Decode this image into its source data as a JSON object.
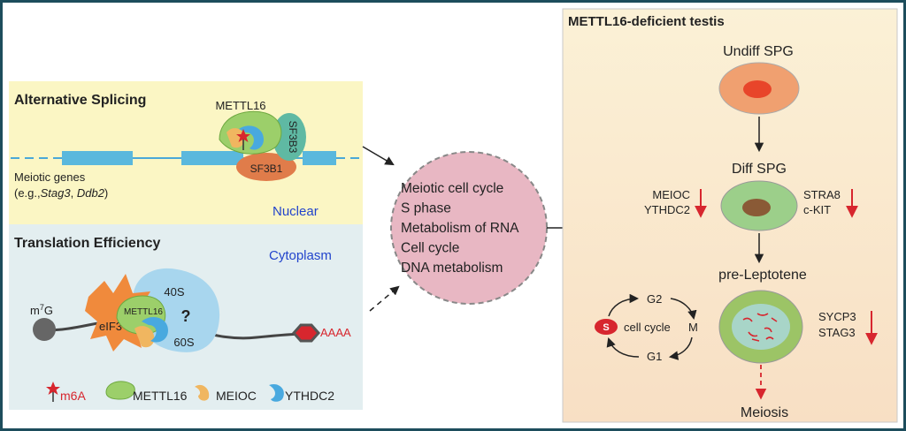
{
  "frame": {
    "border_color": "#1d4d5c"
  },
  "colors": {
    "yellow_panel": "#fbf6c4",
    "blue_panel": "#e3eef0",
    "right_panel": "#fbe8cf",
    "bubble": "#e8b7c3",
    "mettl16_green": "#9ccf6a",
    "sf3b3_teal": "#5fb9a3",
    "sf3b1_orange": "#e07c4a",
    "ythdc2_blue": "#49a9df",
    "meioc_tan": "#f0b660",
    "eif3_orange": "#f08a3c",
    "ribosome_blue": "#a8d6ee",
    "red": "#d7262e",
    "nuclear_blue": "#2244cc"
  },
  "left": {
    "splicing": {
      "title": "Alternative Splicing",
      "mettl16_label": "METTL16",
      "sf3b3_label": "SF3B3",
      "sf3b1_label": "SF3B1",
      "genes_line1": "Meiotic genes",
      "genes_line2_prefix": "(e.g.,",
      "gene1": "Stag3",
      "gene_sep": ", ",
      "gene2": "Ddb2",
      "genes_line2_suffix": ")",
      "nuclear_label": "Nuclear"
    },
    "translation": {
      "title": "Translation Efficiency",
      "cytoplasm_label": "Cytoplasm",
      "cap_label_m": "m",
      "cap_label_sup": "7",
      "cap_label_g": "G",
      "eif3_label": "eIF3",
      "mettl16_label": "METTL16",
      "s40_label": "40S",
      "s60_label": "60S",
      "question": "?",
      "polya_label": "AAAA"
    },
    "legend": {
      "m6a": "m6A",
      "mettl16": "METTL16",
      "meioc": "MEIOC",
      "ythdc2": "YTHDC2"
    }
  },
  "bubble_items": [
    "Meiotic cell cycle",
    "S phase",
    "Metabolism of RNA",
    "Cell cycle",
    "DNA metabolism"
  ],
  "right": {
    "title": "METTL16-deficient testis",
    "undiff": "Undiff SPG",
    "diff": "Diff SPG",
    "diff_left_1": "MEIOC",
    "diff_left_2": "YTHDC2",
    "diff_right_1": "STRA8",
    "diff_right_2": "c-KIT",
    "preleptotene": "pre-Leptotene",
    "prelep_right_1": "SYCP3",
    "prelep_right_2": "STAG3",
    "cycle_s": "S",
    "cycle_label": "cell cycle",
    "cycle_g2": "G2",
    "cycle_m": "M",
    "cycle_g1": "G1",
    "meiosis": "Meiosis"
  }
}
